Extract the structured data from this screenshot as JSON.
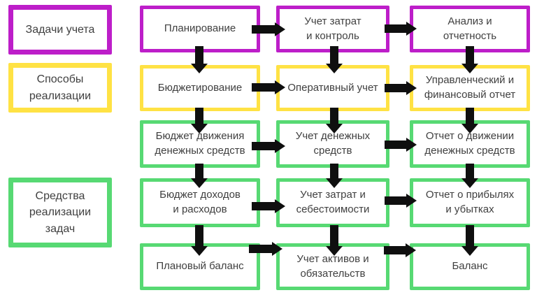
{
  "diagram": {
    "type": "flowchart",
    "colors": {
      "tasks_border": "#bd1ec9",
      "methods_border": "#ffe244",
      "means_border": "#57d973",
      "arrow": "#0f0f0f",
      "text": "#3f3f3f",
      "background": "#ffffff"
    },
    "legend": [
      {
        "id": "tasks",
        "label": "Задачи учета"
      },
      {
        "id": "methods",
        "label": "Способы\nреализации"
      },
      {
        "id": "means",
        "label": "Средства\nреализации\nзадач"
      }
    ],
    "rows": [
      {
        "category": "tasks",
        "cells": [
          "Планирование",
          "Учет затрат\nи контроль",
          "Анализ и\nотчетность"
        ]
      },
      {
        "category": "methods",
        "cells": [
          "Бюджетирование",
          "Оперативный учет",
          "Управленческий и\nфинансовый отчет"
        ]
      },
      {
        "category": "means",
        "cells": [
          "Бюджет движения\nденежных средств",
          "Учет денежных\nсредств",
          "Отчет о движении\nденежных средств"
        ]
      },
      {
        "category": "means",
        "cells": [
          "Бюджет доходов\nи расходов",
          "Учет затрат и\nсебестоимости",
          "Отчет о прибылях\nи убытках"
        ]
      },
      {
        "category": "means",
        "cells": [
          "Плановый баланс",
          "Учет активов и\nобязательств",
          "Баланс"
        ]
      }
    ]
  }
}
